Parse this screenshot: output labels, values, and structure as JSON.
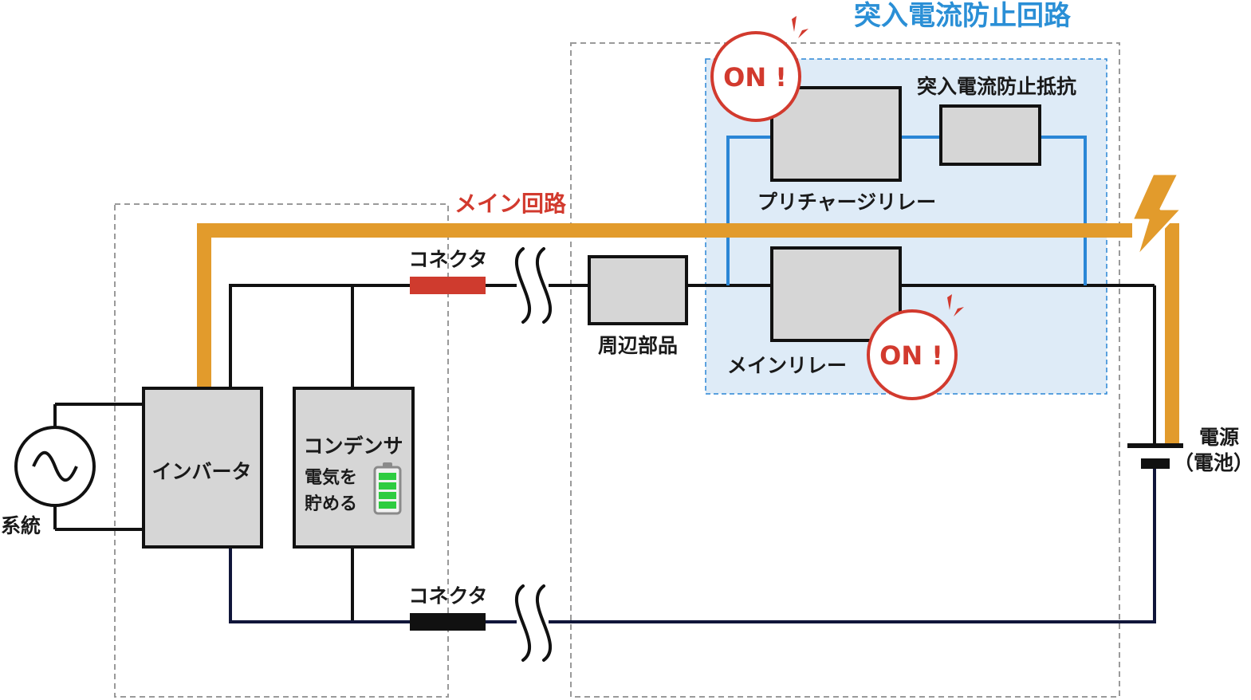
{
  "labels": {
    "inrush_title": "突入電流防止回路",
    "inrush_resistor": "突入電流防止抵抗",
    "precharge_relay": "プリチャージリレー",
    "main_circuit": "メイン回路",
    "connector_top": "コネクタ",
    "connector_bottom": "コネクタ",
    "peripheral": "周辺部品",
    "main_relay": "メインリレー",
    "inverter": "インバータ",
    "capacitor": "コンデンサ",
    "capacitor_desc_1": "電気を",
    "capacitor_desc_2": "貯める",
    "grid": "系統",
    "power_1": "電源",
    "power_2": "（電池）",
    "on_top": "ON !",
    "on_bottom": "ON !"
  },
  "colors": {
    "main_path": "#e29b2c",
    "inrush_wire": "#2a86d6",
    "inrush_bg": "#deebf7",
    "connector_red": "#cf3b2e",
    "on_badge": "#d23a2e",
    "component_fill": "#d6d6d6",
    "battery_green": "#2ecc40"
  },
  "icons": [
    "ac-source-icon",
    "battery-icon",
    "lightning-icon",
    "burst-icon"
  ]
}
